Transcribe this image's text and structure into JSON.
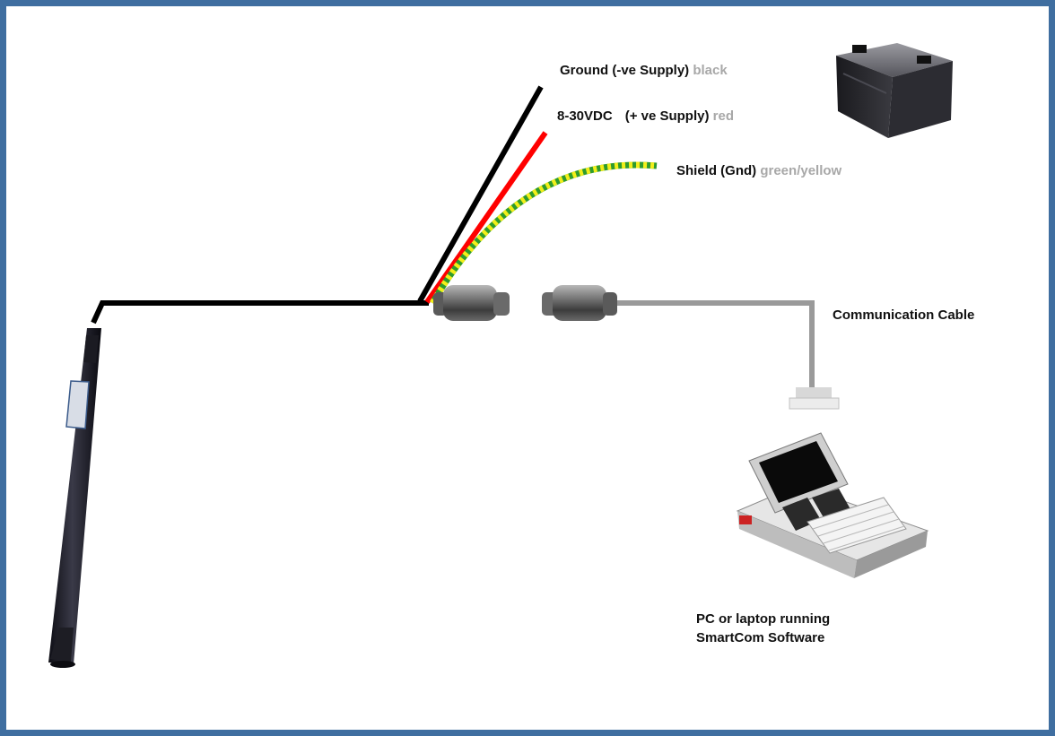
{
  "labels": {
    "ground": {
      "main": "Ground (-ve Supply)",
      "color_word": "black"
    },
    "supply": {
      "main": "8-30VDC",
      "main2": "(+ ve Supply)",
      "color_word": "red"
    },
    "shield": {
      "main": "Shield (Gnd)",
      "color_word": "green/yellow"
    },
    "comm_cable": "Communication Cable",
    "pc_line1": "PC or laptop running",
    "pc_line2": "SmartCom Software"
  },
  "colors": {
    "frame": "#3f6ea0",
    "ground_wire": "#000000",
    "supply_wire": "#ff0000",
    "shield_wire_a": "#2e9b2e",
    "shield_wire_b": "#f2ee1a",
    "comm_cable": "#9a9a9a",
    "muted_text": "#a8a8a8"
  },
  "icons": [
    "battery-icon",
    "sensor-probe-icon",
    "connector-icon",
    "laptop-icon",
    "usb-plug-icon"
  ]
}
